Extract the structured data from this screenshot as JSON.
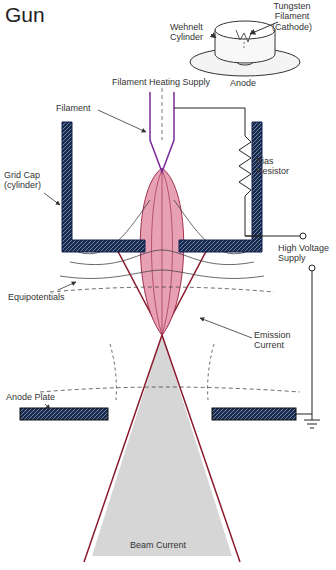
{
  "diagram": {
    "title": "Gun",
    "labels": [
      "Tungsten Filament (Cathode)",
      "Wehnelt Cylinder",
      "Anode",
      "Filament Heating Supply",
      "Filament",
      "Grid Cap (cylinder)",
      "Bias Resistor",
      "High Voltage Supply",
      "Equipotentials",
      "Emission Current",
      "Anode Plate",
      "Beam Current"
    ]
  }
}
